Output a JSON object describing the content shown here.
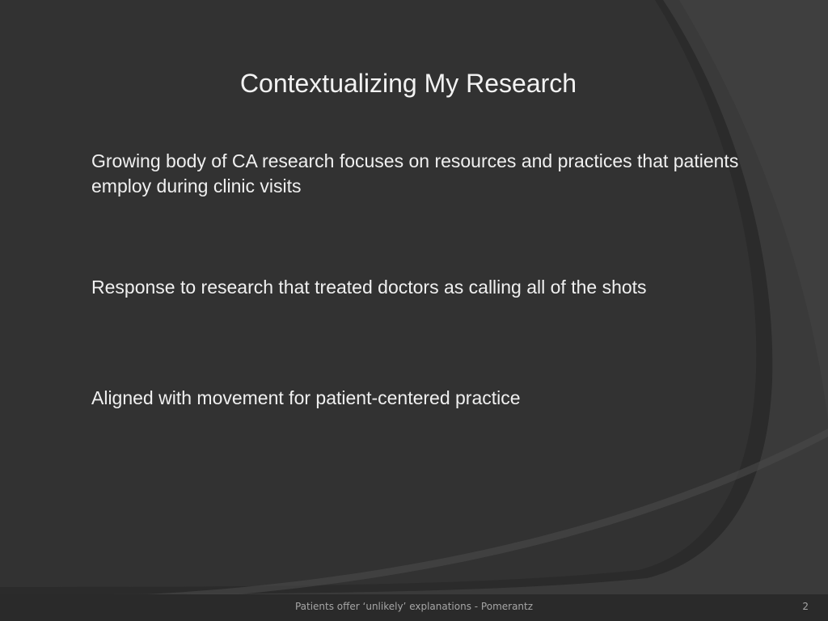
{
  "slide": {
    "title": "Contextualizing My Research",
    "bullets": [
      "Growing body of CA research focuses on resources and practices that patients employ during clinic visits",
      "Response to research that treated doctors as calling all of the shots",
      "Aligned with movement for patient-centered practice"
    ],
    "footer": "Patients offer ‘unlikely’ explanations - Pomerantz",
    "page_number": "2"
  },
  "colors": {
    "background": "#262626",
    "panel": "#333333",
    "outer_band": "#3d3d3d",
    "text": "#f0f0f0",
    "footer_text": "#a6a6a6"
  }
}
